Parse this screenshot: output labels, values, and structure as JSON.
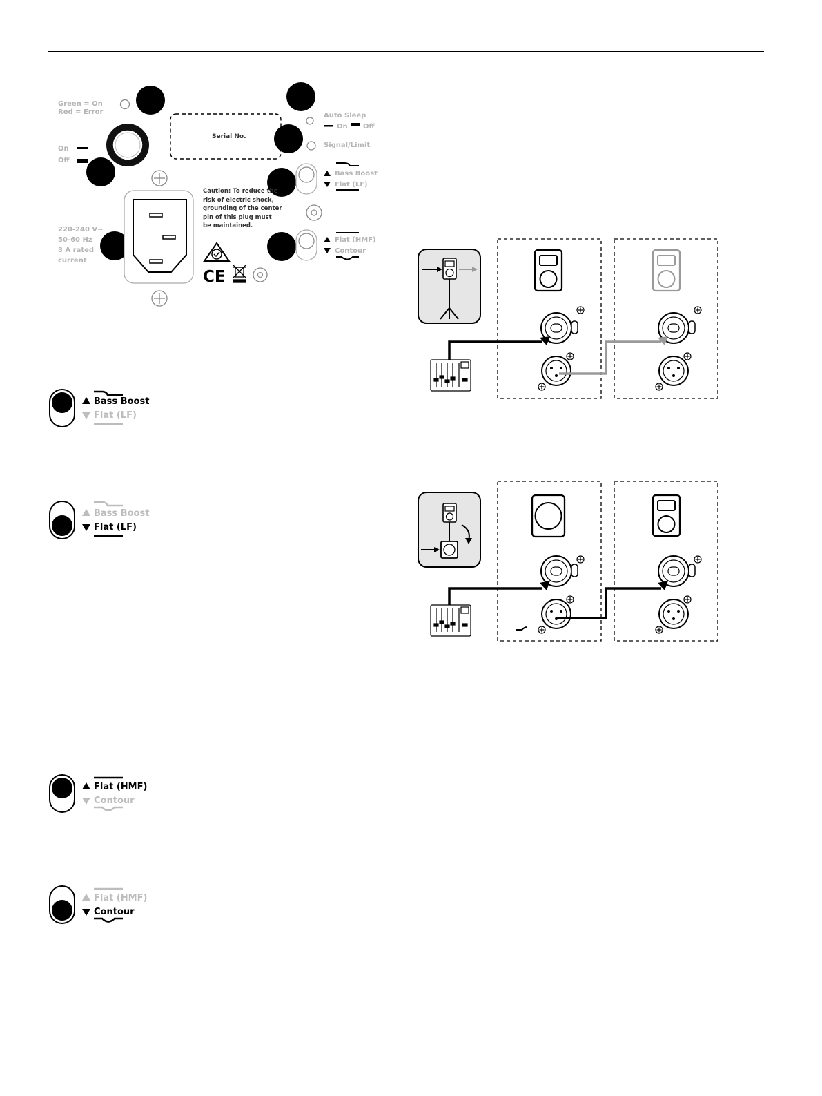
{
  "panel": {
    "led_power_legend": [
      "Green = On",
      "Red = Error"
    ],
    "power_switch": {
      "on": "On",
      "off": "Off"
    },
    "serial_label": "Serial No.",
    "auto_sleep": {
      "title": "Auto Sleep",
      "on": "On",
      "off": "Off"
    },
    "signal_limit": "Signal/Limit",
    "lf_switch": {
      "up": "Bass Boost",
      "down": "Flat (LF)"
    },
    "hmf_switch": {
      "up": "Flat (HMF)",
      "down": "Contour"
    },
    "power_spec": [
      "220-240 V~",
      "50-60 Hz",
      "3 A rated",
      "current"
    ],
    "caution": [
      "Caution: To reduce the",
      "risk of electric shock,",
      "grounding of the center",
      "pin of this plug must",
      "be maintained."
    ],
    "ce_mark": "CE"
  },
  "switch_examples": [
    {
      "up": "Bass Boost",
      "down": "Flat (LF)",
      "selected": "up"
    },
    {
      "up": "Bass Boost",
      "down": "Flat (LF)",
      "selected": "down"
    },
    {
      "up": "Flat (HMF)",
      "down": "Contour",
      "selected": "up"
    },
    {
      "up": "Flat (HMF)",
      "down": "Contour",
      "selected": "down"
    }
  ],
  "colors": {
    "ink": "#000000",
    "grey": "#9a9a9a",
    "light_grey": "#bdbdbd",
    "box_fill": "#e6e6e6"
  },
  "icons": [
    "power-button-icon",
    "iec-inlet-icon",
    "screw-icon",
    "rcm-mark-icon",
    "weee-bin-icon",
    "speaker-icon",
    "mixer-icon",
    "xlr-combo-input-icon",
    "xlr-output-icon",
    "tripod-icon",
    "rotate-arrow-icon"
  ]
}
